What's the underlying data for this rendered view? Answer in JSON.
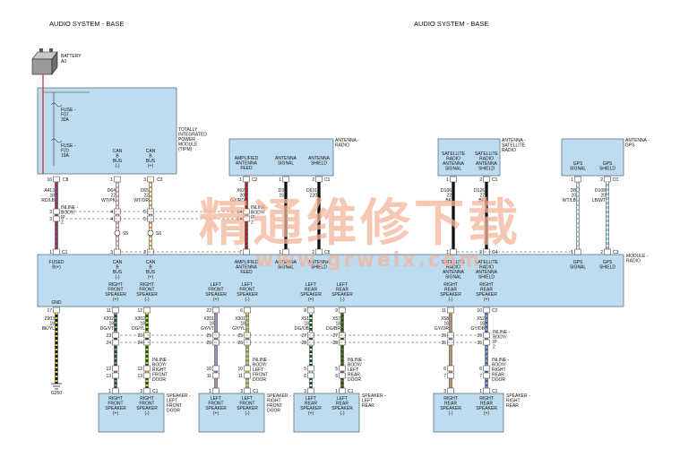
{
  "titles": {
    "left": "AUDIO SYSTEM - BASE",
    "right": "AUDIO SYSTEM - BASE"
  },
  "watermark": {
    "cn": "精通维修下载",
    "url": "www.grweix.com"
  },
  "battery": {
    "name": "BATTERY",
    "id": "A0"
  },
  "tipm": {
    "label": [
      "TOTALLY",
      "INTEGRATED",
      "POWER",
      "MODULE",
      "(TIPM)"
    ],
    "fuse1": [
      "FUSE -",
      "F07",
      "30A"
    ],
    "fuse2": [
      "FUSE -",
      "F20",
      "15A"
    ],
    "bus_a": [
      "CAN",
      "B",
      "BUS",
      "(-)"
    ],
    "bus_b": [
      "CAN",
      "B",
      "BUS",
      "(+)"
    ],
    "wires": [
      {
        "pin": "16",
        "conn": "C8",
        "circuit": "A413",
        "gauge": "18",
        "color": "RD/LB"
      },
      {
        "pin": "1",
        "circuit": "D64",
        "gauge": "22",
        "color": "WT/PK"
      },
      {
        "pin": "3",
        "conn": "C3",
        "circuit": "D65",
        "gauge": "22",
        "color": "WT/OR"
      }
    ]
  },
  "inline_top": {
    "label": [
      "INLINE -",
      "BODY/",
      "IP",
      "2"
    ],
    "p1": "3",
    "p2": "3",
    "p3": "4",
    "p4": "5",
    "s1": "S5",
    "s2": "S6"
  },
  "antenna_radio": {
    "label": [
      "ANTENNA -",
      "RADIO"
    ],
    "cols": [
      [
        "AMPLIFIED",
        "ANTENNA",
        "FEED"
      ],
      [
        "ANTENNA",
        "SIGNAL"
      ],
      [
        "ANTENNA",
        "SHIELD"
      ]
    ],
    "wires": [
      {
        "pin": "1",
        "conn": "C2",
        "circuit": "X62",
        "gauge": "20",
        "color": "GY/RD"
      },
      {
        "pin": "1",
        "circuit": "D3",
        "gauge": "15"
      },
      {
        "pin": "2",
        "conn": "C1",
        "circuit": "D631",
        "gauge": "220"
      }
    ],
    "inline": {
      "label": [
        "INLINE -",
        "BODY/",
        "IP",
        "2"
      ],
      "p1": "14",
      "p2": "14"
    }
  },
  "antenna_sat": {
    "label": [
      "ANTENNA -",
      "SATELLITE",
      "RADIO"
    ],
    "cols": [
      [
        "SATELLITE",
        "RADIO",
        "ANTENNA",
        "SIGNAL"
      ],
      [
        "SATELLITE",
        "RADIO",
        "ANTENNA",
        "SHIELD"
      ]
    ],
    "wires": [
      {
        "pin": "1",
        "circuit": "D106",
        "gauge": "22",
        "color": "BK"
      },
      {
        "pin": "2",
        "conn": "C1",
        "circuit": "D126",
        "gauge": "27",
        "color": "BK"
      }
    ]
  },
  "antenna_gps": {
    "label": [
      "ANTENNA -",
      "GPS"
    ],
    "cols": [
      [
        "GPS",
        "SIGNAL"
      ],
      [
        "GPS",
        "SHIELD"
      ]
    ],
    "wires": [
      {
        "pin": "1",
        "circuit": "D8",
        "gauge": "20",
        "color": "WT/LB"
      },
      {
        "pin": "2",
        "conn": "D1",
        "circuit": "D108",
        "gauge": "20",
        "color": "LB/WT"
      }
    ]
  },
  "radio": {
    "label": [
      "MODULE -",
      "RADIO"
    ],
    "top_pins": [
      {
        "n": "1",
        "conn": "C1",
        "l": [
          "FUSED",
          "B(+)"
        ]
      },
      {
        "n": "3",
        "l": [
          "CAN",
          "B",
          "BUS",
          "(-)"
        ]
      },
      {
        "n": "2",
        "l": [
          "CAN",
          "B",
          "BUS",
          "(+)"
        ]
      },
      {
        "n": "7",
        "l": [
          "AMPLIFIED",
          "ANTENNA",
          "FEED"
        ]
      },
      {
        "n": "1",
        "l": [
          "ANTENNA",
          "SIGNAL"
        ]
      },
      {
        "n": "2",
        "conn": "C5",
        "l": [
          "ANTENNA",
          "SHIELD"
        ]
      },
      {
        "n": "1",
        "l": [
          "SATELLITE",
          "RADIO",
          "ANTENNA",
          "SIGNAL"
        ]
      },
      {
        "n": "2",
        "conn": "C4",
        "l": [
          "SATELLITE",
          "RADIO",
          "ANTENNA",
          "SHIELD"
        ]
      },
      {
        "n": "1",
        "l": [
          "GPS",
          "SIGNAL"
        ]
      },
      {
        "n": "2",
        "conn": "C3",
        "l": [
          "GPS",
          "SHIELD"
        ]
      }
    ],
    "gnd": {
      "label": "GND",
      "pin": "17",
      "circuit": "Z903",
      "gauge": "18",
      "color": "BK/YL",
      "ground": "G250"
    },
    "outputs": [
      {
        "l": [
          "RIGHT",
          "FRONT",
          "SPEAKER",
          "(+)"
        ],
        "pin": "11",
        "circuit": "X202",
        "gauge": "18",
        "color": "DG/VT"
      },
      {
        "l": [
          "RIGHT",
          "FRONT",
          "SPEAKER",
          "(-)"
        ],
        "pin": "12",
        "circuit": "X302",
        "gauge": "18",
        "color": "DG/YL"
      },
      {
        "l": [
          "LEFT",
          "FRONT",
          "SPEAKER",
          "(+)"
        ],
        "pin": "22",
        "circuit": "X201",
        "gauge": "18",
        "color": "GY/VT"
      },
      {
        "l": [
          "LEFT",
          "FRONT",
          "SPEAKER",
          "(-)"
        ],
        "pin": "6",
        "circuit": "X301",
        "gauge": "18",
        "color": "GY/YL"
      },
      {
        "l": [
          "LEFT",
          "REAR",
          "SPEAKER",
          "(+)"
        ],
        "pin": "8",
        "circuit": "X51",
        "gauge": "18",
        "color": "DG/OB"
      },
      {
        "l": [
          "LEFT",
          "REAR",
          "SPEAKER",
          "(-)"
        ],
        "pin": "9",
        "circuit": "X57",
        "gauge": "18",
        "color": "DG/BR"
      },
      {
        "l": [
          "RIGHT",
          "REAR",
          "SPEAKER",
          "(-)"
        ],
        "pin": "11",
        "circuit": "X58",
        "gauge": "18",
        "color": "GY/OR"
      },
      {
        "l": [
          "RIGHT",
          "REAR",
          "SPEAKER",
          "(+)"
        ],
        "pin": "10",
        "conn": "C2",
        "circuit": "X52",
        "gauge": "18",
        "color": "GY/DB"
      }
    ]
  },
  "speakers": [
    {
      "label": [
        "SPEAKER -",
        "LEFT",
        "FRONT",
        "DOOR"
      ],
      "pins": [
        [
          "RIGHT",
          "FRONT",
          "SPEAKER",
          "(+)"
        ],
        [
          "RIGHT",
          "FRONT",
          "SPEAKER",
          "(-)"
        ]
      ],
      "p": [
        "1",
        "3",
        "C1"
      ]
    },
    {
      "label": [
        "SPEAKER -",
        "RIGHT",
        "FRONT",
        "DOOR"
      ],
      "pins": [
        [
          "LEFT",
          "FRONT",
          "SPEAKER",
          "(+)"
        ],
        [
          "LEFT",
          "FRONT",
          "SPEAKER",
          "(-)"
        ]
      ],
      "p": [
        "1",
        "3",
        "C1"
      ]
    },
    {
      "label": [
        "SPEAKER -",
        "LEFT",
        "REAR"
      ],
      "pins": [
        [
          "LEFT",
          "REAR",
          "SPEAKER",
          "(+)"
        ],
        [
          "LEFT",
          "REAR",
          "SPEAKER",
          "(-)"
        ]
      ],
      "p": [
        "3",
        "1",
        "C1"
      ]
    },
    {
      "label": [
        "SPEAKER -",
        "RIGHT",
        "REAR"
      ],
      "pins": [
        [
          "RIGHT",
          "REAR",
          "SPEAKER",
          "(-)"
        ],
        [
          "RIGHT",
          "REAR",
          "SPEAKER",
          "(+)"
        ]
      ],
      "p": [
        "3",
        "1",
        "C1"
      ]
    }
  ],
  "inlines": [
    {
      "label": [
        "INLINE -",
        "BODY/",
        "RIGHT",
        "FRONT",
        "DOOR"
      ],
      "a": [
        "12",
        "13"
      ]
    },
    {
      "label": [
        "INLINE -",
        "BODY/",
        "LEFT",
        "FRONT",
        "DOOR"
      ],
      "a": [
        "10",
        "11"
      ]
    },
    {
      "label": [
        "INLINE -",
        "BODY/",
        "LEFT",
        "REAR",
        "DOOR"
      ],
      "a": [
        "5",
        "6"
      ]
    },
    {
      "label": [
        "INLINE -",
        "BODY/",
        "RIGHT",
        "REAR",
        "DOOR"
      ],
      "a": [
        "6",
        "7"
      ]
    }
  ],
  "inline_ip": {
    "label": [
      "INLINE -",
      "BODY/",
      "IP",
      "2"
    ],
    "rows": [
      "23",
      "24",
      "25",
      "26",
      "27",
      "28",
      "29",
      "35"
    ]
  },
  "wire_colors": {
    "red": "#cc2020",
    "black": "#111111",
    "white": "#f4f4f4",
    "green": "#1f8a2a",
    "yellow": "#e8d21a",
    "violet": "#b176c9",
    "gray": "#9a9a9a",
    "dkgreen": "#0e5a1a",
    "brown": "#8a5a1a",
    "orange": "#e08a1a",
    "blue": "#2a5fd0",
    "ltblue": "#8fc9e8",
    "pink": "#e890b8"
  }
}
